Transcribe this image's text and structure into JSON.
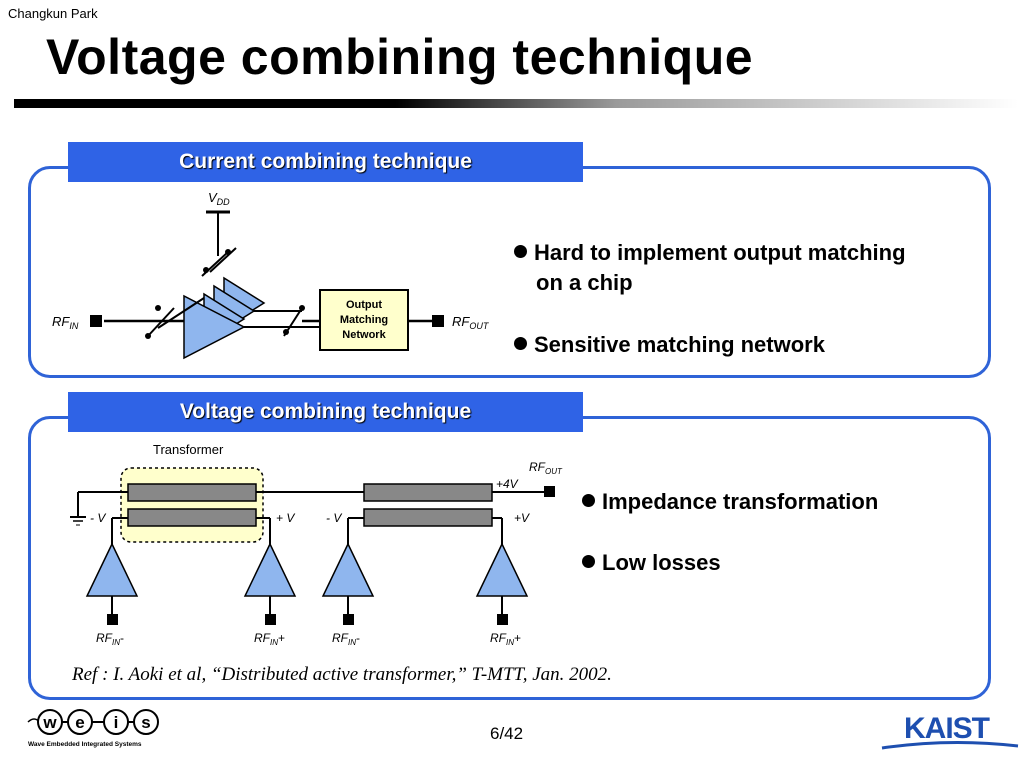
{
  "header": {
    "author": "Changkun Park",
    "title": "Voltage combining technique"
  },
  "current_panel": {
    "heading": "Current combining technique",
    "diagram": {
      "vdd": "V",
      "vdd_sub": "DD",
      "rf_in": "RF",
      "rf_in_sub": "IN",
      "rf_out": "RF",
      "rf_out_sub": "OUT",
      "omn_lines": [
        "Output",
        "Matching",
        "Network"
      ]
    },
    "bullets": [
      {
        "line1": "Hard to implement output matching",
        "line2": "on a chip"
      },
      {
        "line1": "Sensitive matching network",
        "line2": ""
      }
    ]
  },
  "voltage_panel": {
    "heading": "Voltage combining technique",
    "diagram": {
      "transformer_label": "Transformer",
      "rf_out": "RF",
      "rf_out_sub": "OUT",
      "plus_4v": "+4V",
      "labels_v": [
        "- V",
        "+ V",
        "- V",
        "+V"
      ],
      "rf_in_main": "RF",
      "rf_in_sub": "IN",
      "rf_in_signs": [
        "-",
        "+",
        "-",
        "+"
      ]
    },
    "bullets": [
      "Impedance transformation",
      "Low losses"
    ],
    "reference": "Ref : I. Aoki et al, “Distributed active transformer,” T-MTT, Jan. 2002."
  },
  "footer": {
    "page": "6/42",
    "weis_letters": [
      "w",
      "e",
      "i",
      "s"
    ],
    "weis_caption": "Wave  Embedded  Integrated  Systems",
    "kaist": "KAIST"
  },
  "colors": {
    "accent_blue": "#2f63e6",
    "panel_border": "#2f63d7",
    "amp_fill": "#8fb6ee",
    "omn_fill": "#ffffcc"
  }
}
